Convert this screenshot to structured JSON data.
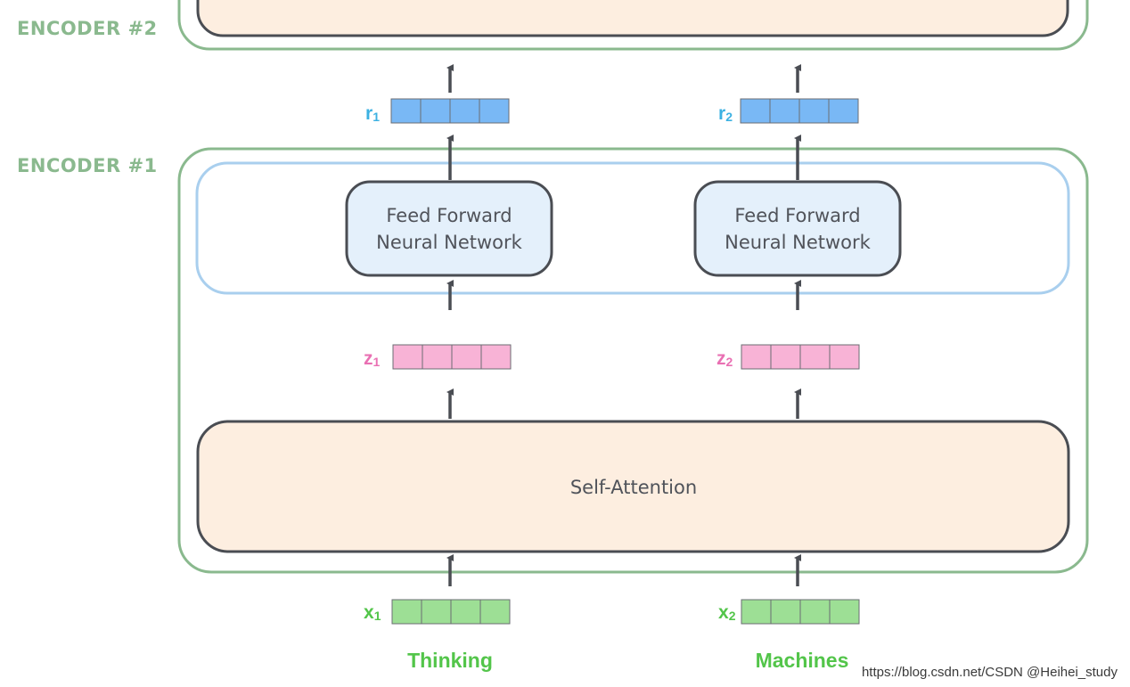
{
  "encoders": {
    "encoder2_label": "ENCODER #2",
    "encoder1_label": "ENCODER #1"
  },
  "boxes": {
    "ffn_left_line1": "Feed Forward",
    "ffn_left_line2": "Neural Network",
    "ffn_right_line1": "Feed Forward",
    "ffn_right_line2": "Neural Network",
    "self_attention": "Self-Attention"
  },
  "vectors": {
    "r1": {
      "letter": "r",
      "sub": "1"
    },
    "r2": {
      "letter": "r",
      "sub": "2"
    },
    "z1": {
      "letter": "z",
      "sub": "1"
    },
    "z2": {
      "letter": "z",
      "sub": "2"
    },
    "x1": {
      "letter": "x",
      "sub": "1"
    },
    "x2": {
      "letter": "x",
      "sub": "2"
    }
  },
  "words": {
    "left": "Thinking",
    "right": "Machines"
  },
  "watermark": "https://blog.csdn.net/CSDN @Heihei_study",
  "colors": {
    "encoder_border": "#8ab98e",
    "ffn_group_border": "#a9cfee",
    "box_border": "#4a4d53",
    "ffn_fill": "#e4f0fb",
    "attention_fill": "#fdeee0",
    "r_cell": "#79b8f5",
    "z_cell": "#f8b3d6",
    "x_cell": "#9ddf95",
    "r_label": "#3cb1e2",
    "z_label": "#e970b3",
    "x_label": "#53c54a",
    "arrow": "#4a4d53"
  }
}
